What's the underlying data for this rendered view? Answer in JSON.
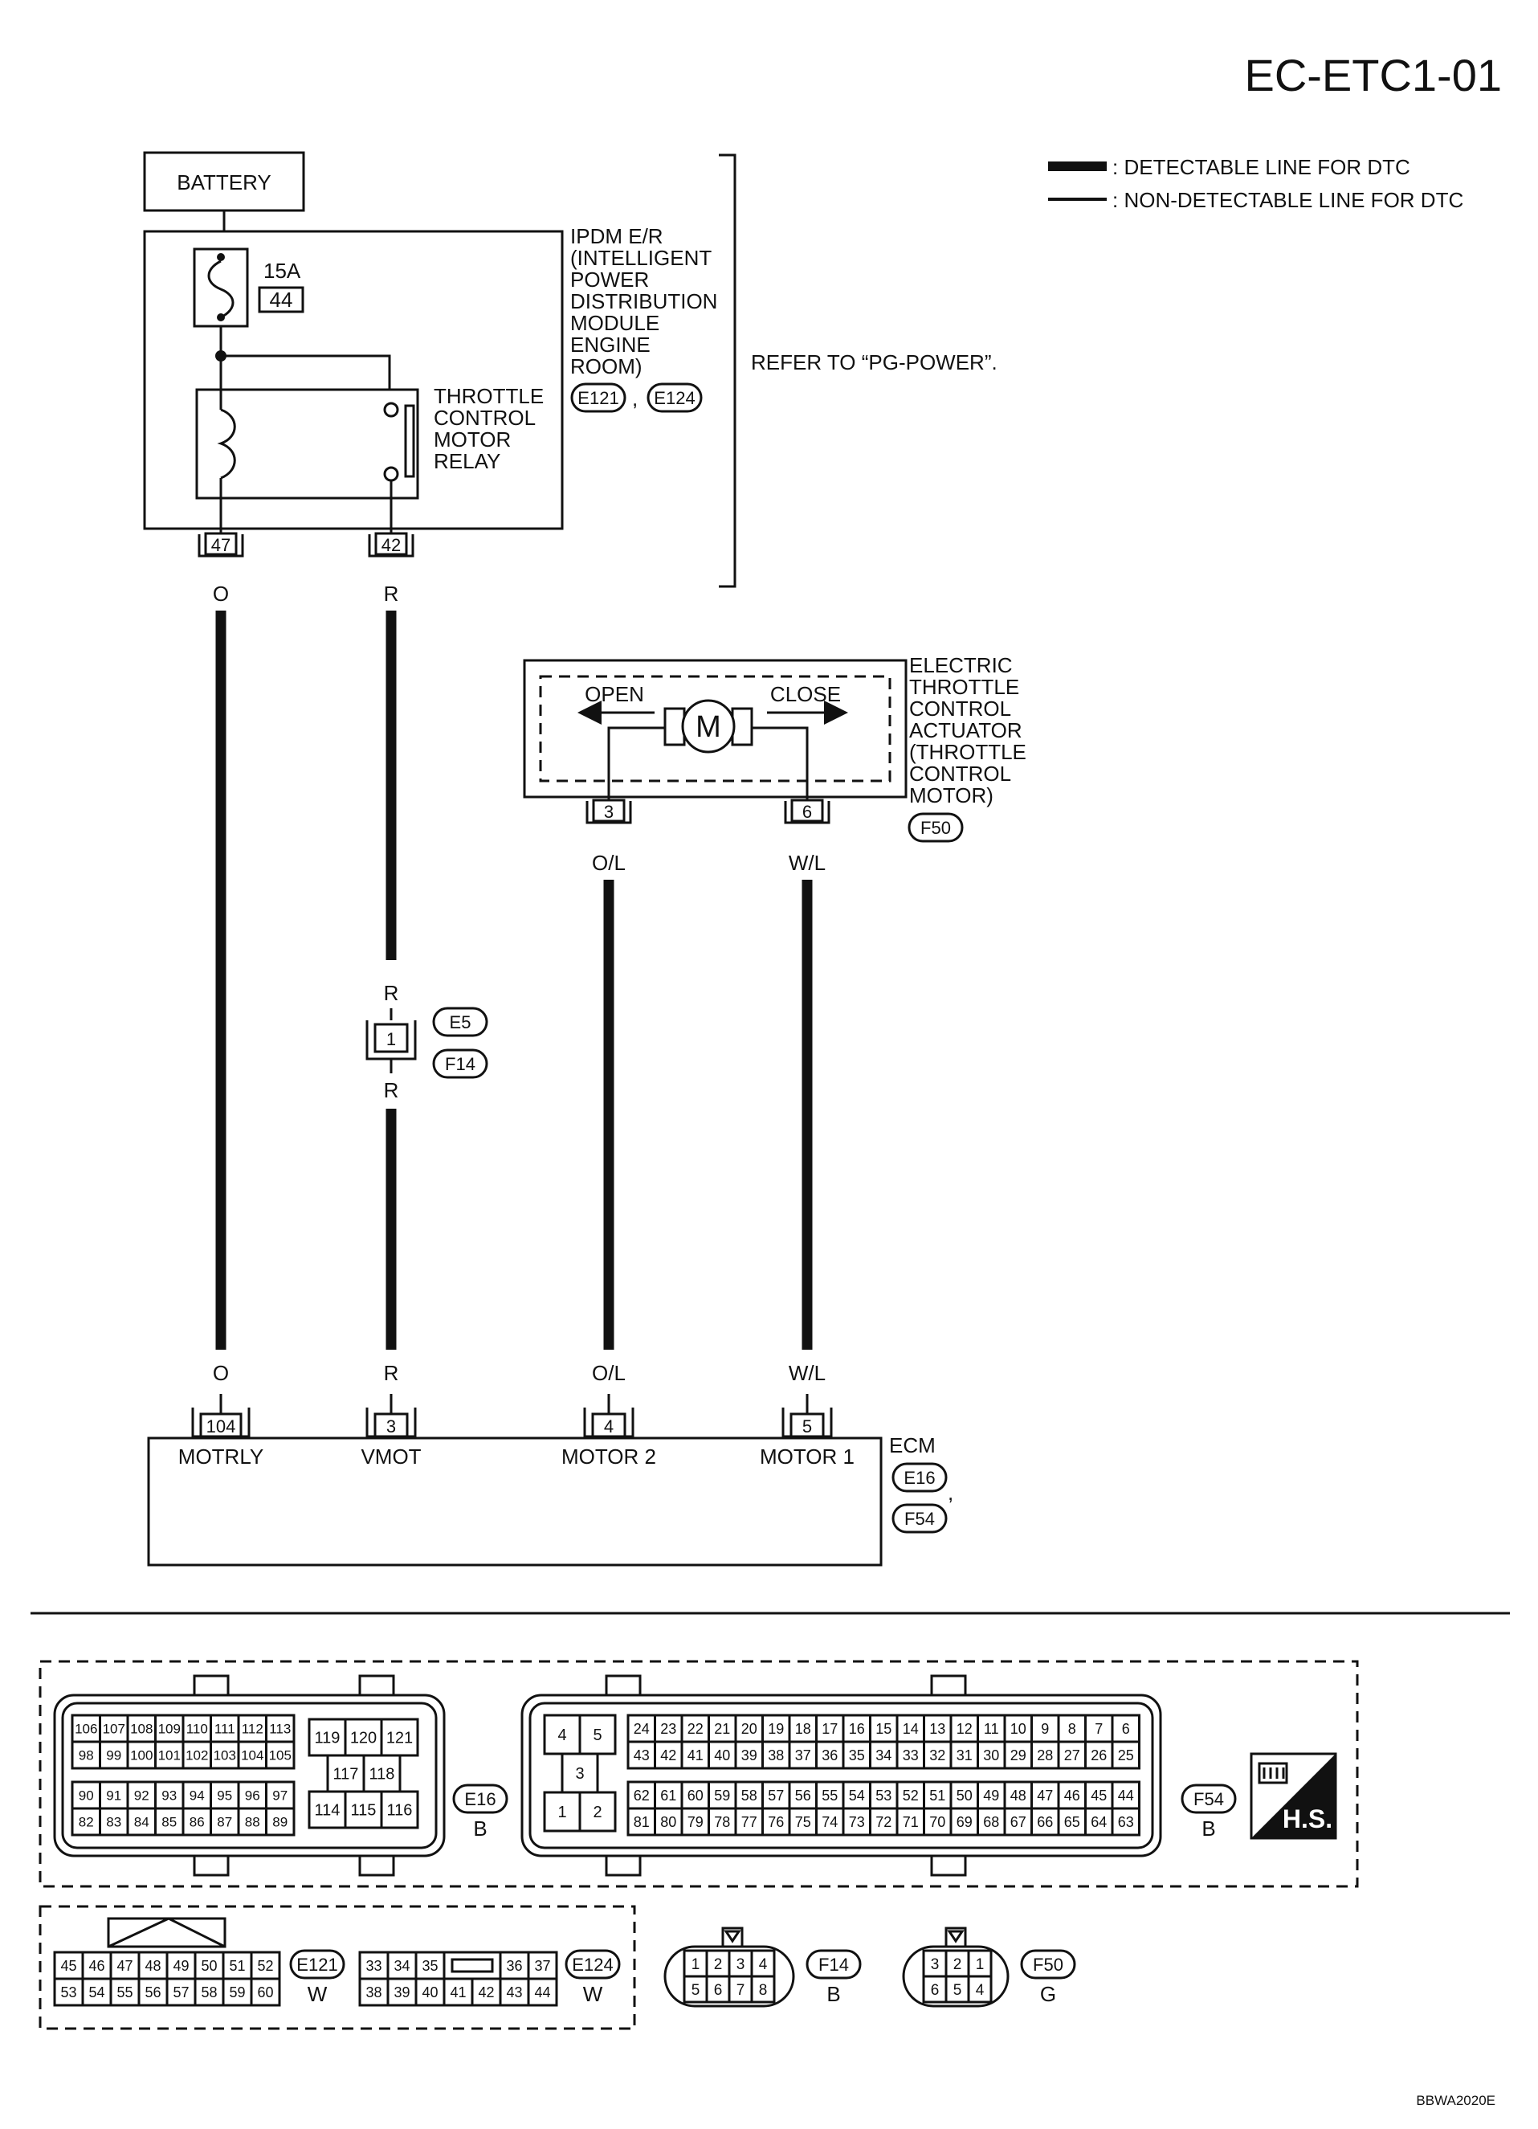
{
  "page": {
    "title": "EC-ETC1-01",
    "figure_id": "BBWA2020E"
  },
  "legend": {
    "detectable": ": DETECTABLE LINE FOR DTC",
    "non_detectable": ": NON-DETECTABLE LINE FOR DTC"
  },
  "battery": {
    "label": "BATTERY"
  },
  "ipdm": {
    "name_lines": [
      "IPDM E/R",
      "(INTELLIGENT",
      "POWER",
      "DISTRIBUTION",
      "MODULE",
      "ENGINE",
      "ROOM)"
    ],
    "connector_a": "E121",
    "connector_sep": ",",
    "connector_b": "E124",
    "fuse_rating": "15A",
    "fuse_number": "44",
    "relay_lines": [
      "THROTTLE",
      "CONTROL",
      "MOTOR",
      "RELAY"
    ],
    "refer": "REFER TO “PG-POWER”."
  },
  "actuator": {
    "name_lines": [
      "ELECTRIC",
      "THROTTLE",
      "CONTROL",
      "ACTUATOR",
      "(THROTTLE",
      "CONTROL",
      "MOTOR)"
    ],
    "connector": "F50",
    "open": "OPEN",
    "close": "CLOSE",
    "motor": "M",
    "pin_left": "3",
    "pin_right": "6"
  },
  "joint": {
    "pin": "1",
    "connector_top": "E5",
    "connector_bottom": "F14"
  },
  "wires": {
    "ipdm_pin_a": "47",
    "ipdm_pin_b": "42",
    "color_o": "O",
    "color_r": "R",
    "color_ol": "O/L",
    "color_wl": "W/L"
  },
  "ecm": {
    "name": "ECM",
    "connector_a": "E16",
    "connector_sep": ",",
    "connector_b": "F54",
    "terminals": [
      {
        "pin": "104",
        "label": "MOTRLY"
      },
      {
        "pin": "3",
        "label": "VMOT"
      },
      {
        "pin": "4",
        "label": "MOTOR 2"
      },
      {
        "pin": "5",
        "label": "MOTOR 1"
      }
    ]
  },
  "connector_views": {
    "e16": {
      "name": "E16",
      "color": "B",
      "grid_a": [
        [
          "106",
          "107",
          "108",
          "109",
          "110",
          "111",
          "112",
          "113"
        ],
        [
          "98",
          "99",
          "100",
          "101",
          "102",
          "103",
          "104",
          "105"
        ],
        [
          "90",
          "91",
          "92",
          "93",
          "94",
          "95",
          "96",
          "97"
        ],
        [
          "82",
          "83",
          "84",
          "85",
          "86",
          "87",
          "88",
          "89"
        ]
      ],
      "block_b": [
        "119",
        "120",
        "121",
        "117",
        "118",
        "114",
        "115",
        "116"
      ]
    },
    "f54": {
      "name": "F54",
      "color": "B",
      "small": [
        "4",
        "5",
        "3",
        "1",
        "2"
      ],
      "grid": [
        [
          "24",
          "23",
          "22",
          "21",
          "20",
          "19",
          "18",
          "17",
          "16",
          "15",
          "14",
          "13",
          "12",
          "11",
          "10",
          "9",
          "8",
          "7",
          "6"
        ],
        [
          "43",
          "42",
          "41",
          "40",
          "39",
          "38",
          "37",
          "36",
          "35",
          "34",
          "33",
          "32",
          "31",
          "30",
          "29",
          "28",
          "27",
          "26",
          "25"
        ],
        [
          "62",
          "61",
          "60",
          "59",
          "58",
          "57",
          "56",
          "55",
          "54",
          "53",
          "52",
          "51",
          "50",
          "49",
          "48",
          "47",
          "46",
          "45",
          "44"
        ],
        [
          "81",
          "80",
          "79",
          "78",
          "77",
          "76",
          "75",
          "74",
          "73",
          "72",
          "71",
          "70",
          "69",
          "68",
          "67",
          "66",
          "65",
          "64",
          "63"
        ]
      ]
    },
    "hs_badge": "H.S.",
    "e121": {
      "name": "E121",
      "color": "W",
      "grid": [
        [
          "45",
          "46",
          "47",
          "48",
          "49",
          "50",
          "51",
          "52"
        ],
        [
          "53",
          "54",
          "55",
          "56",
          "57",
          "58",
          "59",
          "60"
        ]
      ]
    },
    "e124": {
      "name": "E124",
      "color": "W",
      "grid": [
        [
          "33",
          "34",
          "35",
          "",
          "36",
          "37"
        ],
        [
          "38",
          "39",
          "40",
          "41",
          "42",
          "43",
          "44"
        ]
      ]
    },
    "f14": {
      "name": "F14",
      "color": "B",
      "top": [
        "1",
        "2",
        "3",
        "4"
      ],
      "bottom": [
        "5",
        "6",
        "7",
        "8"
      ]
    },
    "f50": {
      "name": "F50",
      "color": "G",
      "top": [
        "3",
        "2",
        "1"
      ],
      "bottom": [
        "6",
        "5",
        "4"
      ]
    }
  }
}
